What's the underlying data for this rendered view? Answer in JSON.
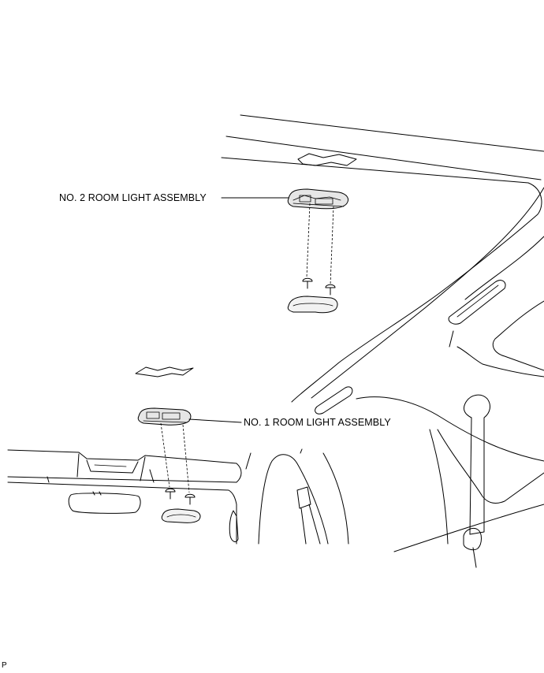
{
  "callouts": {
    "room_light_2": "NO. 2 ROOM LIGHT ASSEMBLY",
    "room_light_1": "NO. 1 ROOM LIGHT ASSEMBLY"
  },
  "footer": {
    "code": "P"
  }
}
